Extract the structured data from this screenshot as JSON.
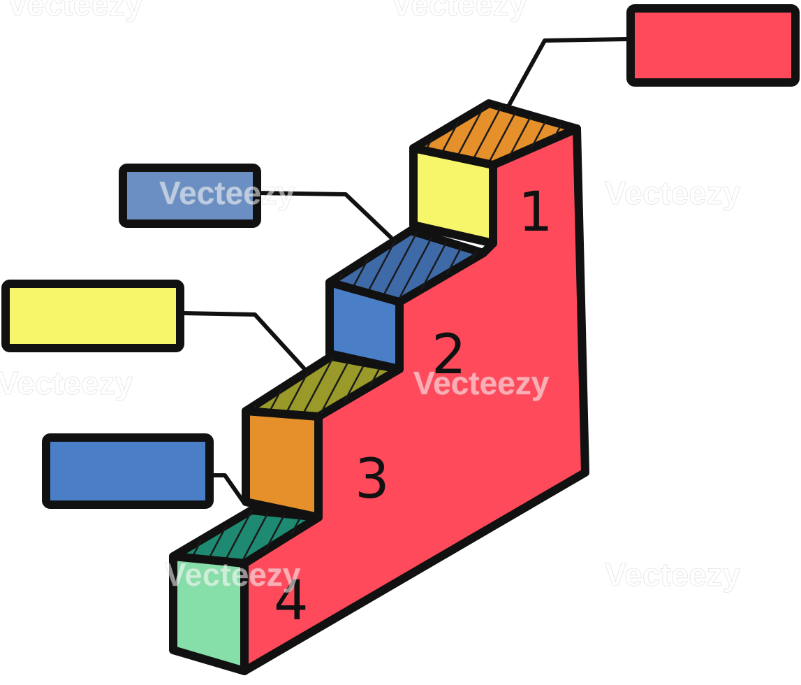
{
  "colors": {
    "outline": "#111111",
    "wall": "#ff4a5c",
    "tread_hatch": "#1a1a1a",
    "label_1": "#ff4a5c",
    "label_2": "#6b8fc2",
    "label_3": "#f7f56a",
    "label_4": "#4a7fc8",
    "riser_1": "#f7f56a",
    "riser_2": "#4a7fc8",
    "riser_3": "#e5902a",
    "riser_4": "#86dfa8",
    "tread_1": "#e5902a",
    "tread_2": "#3f6aa8",
    "tread_3": "#9a9a2a",
    "tread_4": "#1f8a72"
  },
  "steps": [
    {
      "number": "1",
      "icon": "label-box"
    },
    {
      "number": "2",
      "icon": "label-box"
    },
    {
      "number": "3",
      "icon": "label-box"
    },
    {
      "number": "4",
      "icon": "label-box"
    }
  ],
  "watermark": {
    "text": "Vecteezy"
  }
}
